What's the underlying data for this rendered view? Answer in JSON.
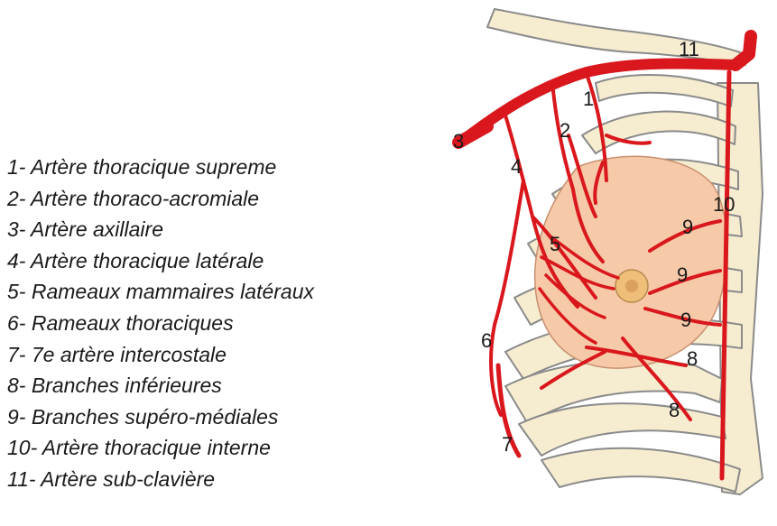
{
  "legend": [
    {
      "text": "1- Artère thoracique supreme"
    },
    {
      "text": "2- Artère thoraco-acromiale"
    },
    {
      "text": "3- Artère axillaire"
    },
    {
      "text": "4- Artère thoracique latérale"
    },
    {
      "text": "5- Rameaux mammaires latéraux"
    },
    {
      "text": "6- Rameaux thoraciques"
    },
    {
      "text": "7- 7e artère intercostale"
    },
    {
      "text": "8- Branches inférieures"
    },
    {
      "text": "9- Branches supéro-médiales"
    },
    {
      "text": "10- Artère thoracique interne"
    },
    {
      "text": "11- Artère sub-clavière"
    }
  ],
  "labels": {
    "n1": "1",
    "n2": "2",
    "n3": "3",
    "n4": "4",
    "n5": "5",
    "n6": "6",
    "n7": "7",
    "n8a": "8",
    "n8b": "8",
    "n9a": "9",
    "n9b": "9",
    "n9c": "9",
    "n10": "10",
    "n11": "11"
  },
  "colors": {
    "artery": "#d9171c",
    "bone": "#f6ecd0",
    "bone_outline": "#8a8a8a",
    "breast": "#f6c9a8",
    "areola": "#efbf7a",
    "nipple": "#d9a060"
  }
}
